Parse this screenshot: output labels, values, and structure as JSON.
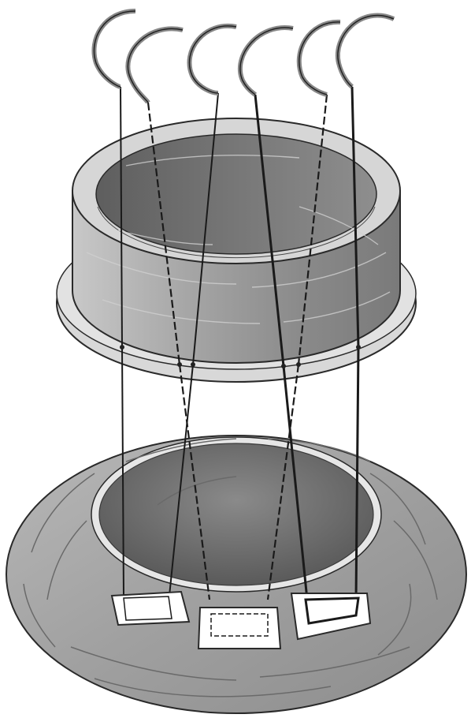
{
  "figure": {
    "kind": "illustration",
    "needle_count": 6,
    "pledget_count": 3,
    "colors": {
      "background": "#ffffff",
      "stroke": "#2a2a2a",
      "suture": "#1a1a1a",
      "ring_light": "#d4d4d4",
      "ring_mid": "#a8a8a8",
      "ring_dark": "#6a6a6a",
      "pledget": "#ffffff"
    },
    "icons": [
      "curved-needle-icon",
      "pledget-icon"
    ]
  }
}
